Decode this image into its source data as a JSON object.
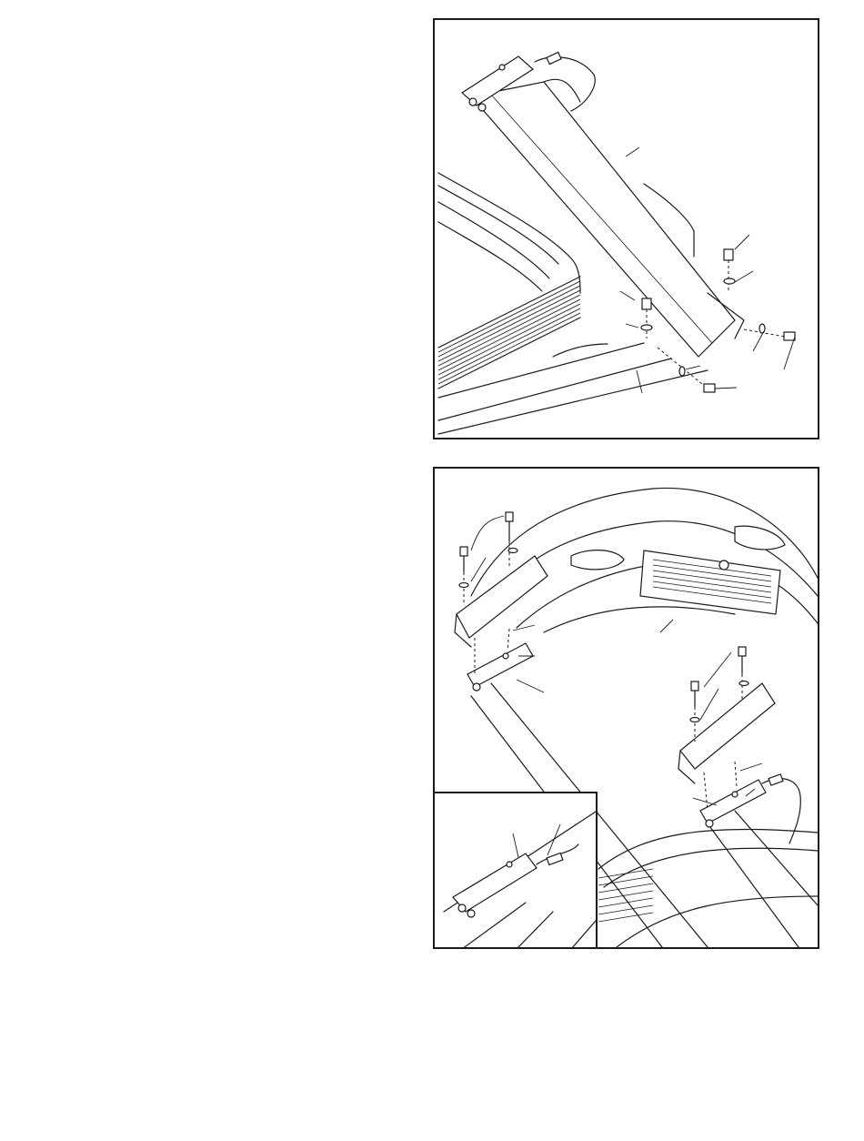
{
  "page": {
    "background": "#ffffff",
    "line_color": "#1a1a1a"
  },
  "figures": [
    {
      "name": "upright-attachment-diagram",
      "callouts": 9
    },
    {
      "name": "console-attachment-diagram",
      "callouts": 10,
      "inset": {
        "name": "wire-connection-detail",
        "callouts": 2
      }
    }
  ]
}
